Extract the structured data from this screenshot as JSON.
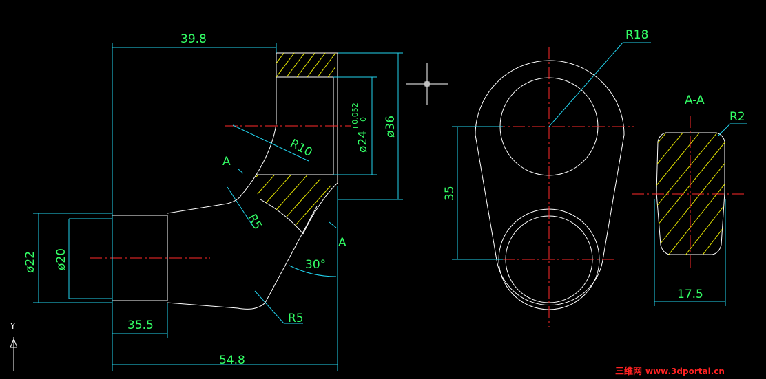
{
  "drawing": {
    "section_label": "A-A",
    "cut_marker_left": "A",
    "cut_marker_right": "A",
    "ucs_axis": "Y"
  },
  "dimensions": {
    "top_width": "39.8",
    "bore_dia": "ø24",
    "bore_tol_upper": "+0.052",
    "bore_tol_lower": "0",
    "outer_dia": "ø36",
    "radius_r10": "R10",
    "radius_r5_inner": "R5",
    "radius_r5_outer": "R5",
    "angle": "30°",
    "dia_22": "ø22",
    "dia_20": "ø20",
    "len_35_5": "35.5",
    "len_54_8": "54.8",
    "radius_r18": "R18",
    "center_dist": "35",
    "radius_r2": "R2",
    "section_width": "17.5"
  },
  "watermark": {
    "cn": "三维网",
    "url": "www.3dportal.cn"
  },
  "colors": {
    "background": "#000000",
    "object": "#ffffff",
    "dimension_text": "#33ff66",
    "dimension_line": "#22d3ee",
    "center_line": "#ff2a2a",
    "hatch": "#e6e600",
    "watermark": "#ff2222"
  }
}
